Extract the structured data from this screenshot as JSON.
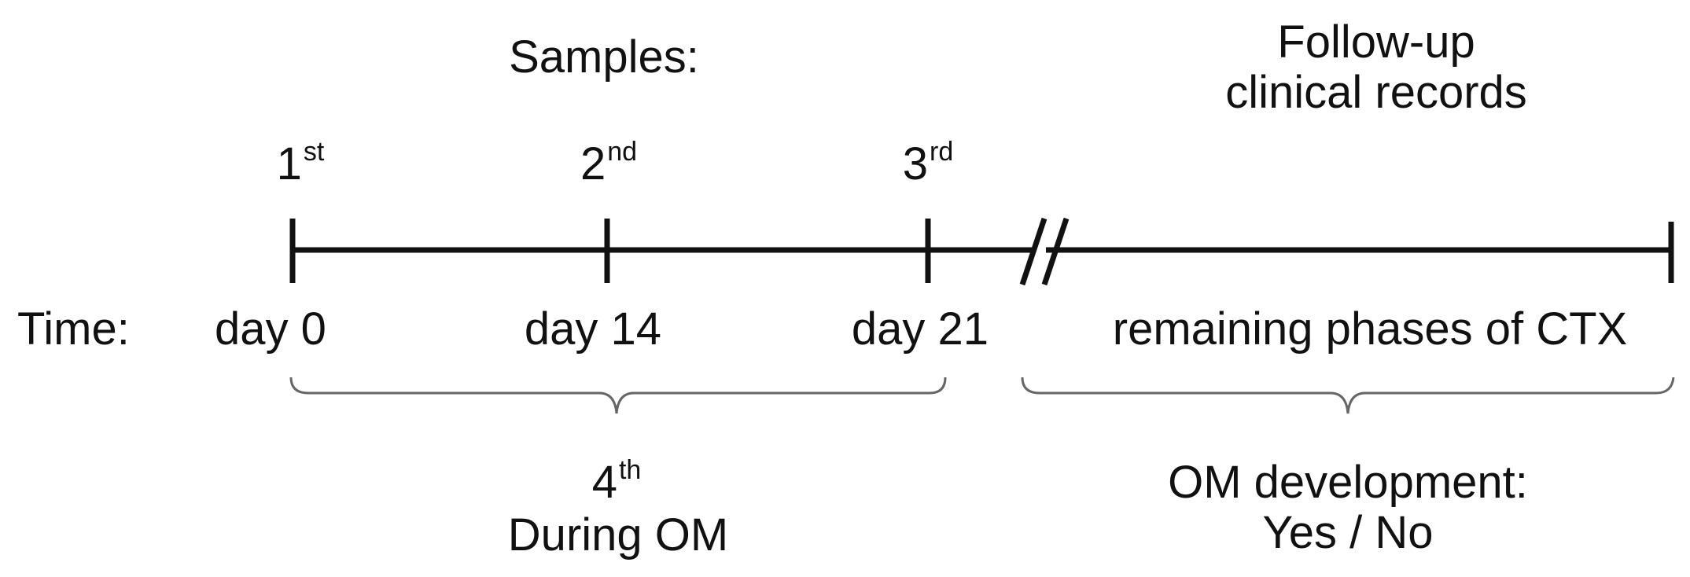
{
  "samples_label": "Samples:",
  "followup_label": [
    "Follow-up",
    "clinical records"
  ],
  "time_label": "Time:",
  "samples": [
    {
      "num": "1",
      "suffix": "st",
      "day_label": "day 0"
    },
    {
      "num": "2",
      "suffix": "nd",
      "day_label": "day 14"
    },
    {
      "num": "3",
      "suffix": "rd",
      "day_label": "day 21"
    }
  ],
  "remaining_label": "remaining phases of CTX",
  "fourth_sample": {
    "num": "4",
    "suffix": "th",
    "text": "During OM"
  },
  "om_development": [
    "OM development:",
    "Yes / No"
  ],
  "colors": {
    "line": "#111111",
    "bracket": "#666666",
    "text": "#111111"
  }
}
